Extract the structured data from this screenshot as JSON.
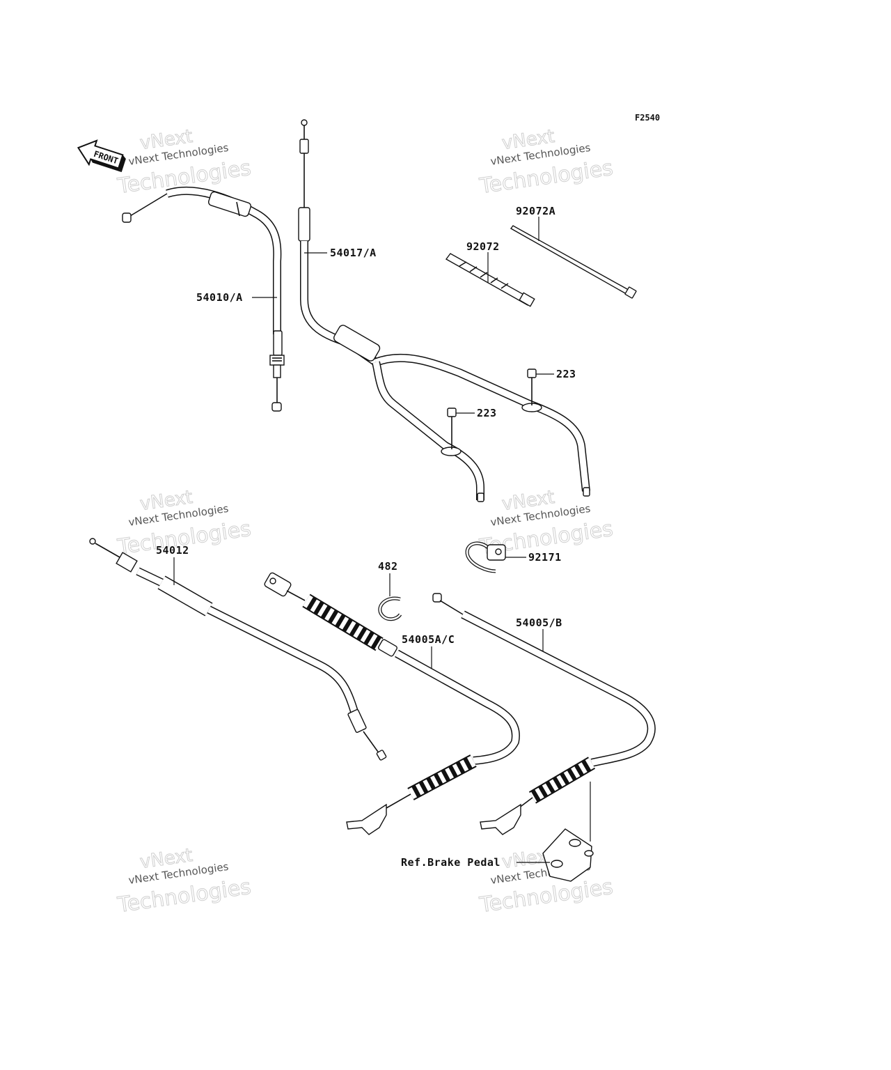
{
  "figure_code": "F2540",
  "front_arrow": {
    "text": "FRONT"
  },
  "parts": [
    {
      "number": "54010/A"
    },
    {
      "number": "54017/A"
    },
    {
      "number": "92072A"
    },
    {
      "number": "92072"
    },
    {
      "number": "223"
    },
    {
      "number": "223"
    },
    {
      "number": "54012"
    },
    {
      "number": "482"
    },
    {
      "number": "92171"
    },
    {
      "number": "54005A/C"
    },
    {
      "number": "54005/B"
    },
    {
      "number": "Ref.Brake Pedal"
    }
  ],
  "watermark": {
    "brand": "vNext",
    "line": "vNext Technologies",
    "big": "Technologies"
  }
}
